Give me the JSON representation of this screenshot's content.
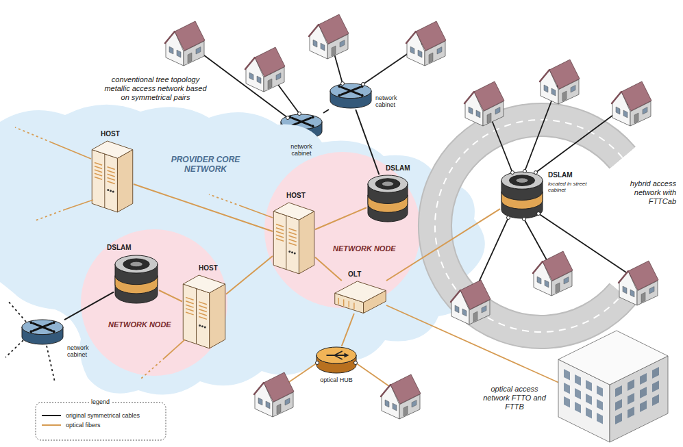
{
  "diagram": {
    "nodes": [
      {
        "text": [
          "network cabinet"
        ]
      },
      {
        "text": [
          "network cabinet"
        ]
      },
      {
        "text": [
          "PROVIDER CORE NETWORK"
        ]
      },
      {
        "text": [
          "HOST"
        ],
        "in": 2
      },
      {
        "text": [
          "NETWORK NODE"
        ],
        "in": 2
      },
      {
        "text": [
          "DSLAM"
        ],
        "in": 4
      },
      {
        "text": [
          "DSLAM",
          "located in street cabinet"
        ]
      },
      {
        "text": [
          "HOST"
        ],
        "in": 4
      },
      {
        "text": [
          "NETWORK NODE"
        ],
        "in": 2
      },
      {
        "text": [
          "DSLAM"
        ],
        "in": 8
      },
      {
        "text": [
          "HOST"
        ],
        "in": 8
      },
      {
        "text": [
          "OLT"
        ],
        "in": 4
      },
      {
        "text": [
          "network cabinet"
        ]
      },
      {
        "text": [
          "optical HUB"
        ]
      }
    ],
    "edges": [
      {
        "from": 1,
        "to": 0,
        "arrow": "none"
      },
      {
        "from": 0,
        "to": 5,
        "arrow": "none"
      },
      {
        "from": 7,
        "to": 5,
        "arrow": "none"
      },
      {
        "from": 3,
        "to": 7,
        "arrow": "none"
      },
      {
        "from": 10,
        "to": 7,
        "arrow": "none"
      },
      {
        "from": 10,
        "to": 9,
        "arrow": "none"
      },
      {
        "from": 9,
        "to": 12,
        "arrow": "none"
      },
      {
        "from": 7,
        "to": 11,
        "arrow": "none"
      },
      {
        "from": 11,
        "to": 6,
        "arrow": "none"
      },
      {
        "from": 11,
        "to": 13,
        "arrow": "none"
      }
    ],
    "labels": [
      "conventional tree topology metallic access network based on symmetrical pairs",
      "hybrid access network with FTTCab",
      "optical access network FTTO and FTTB",
      "legend"
    ],
    "legend": [
      {
        "text": "original symmetrical cables"
      },
      {
        "text": "optical fibers"
      }
    ]
  }
}
